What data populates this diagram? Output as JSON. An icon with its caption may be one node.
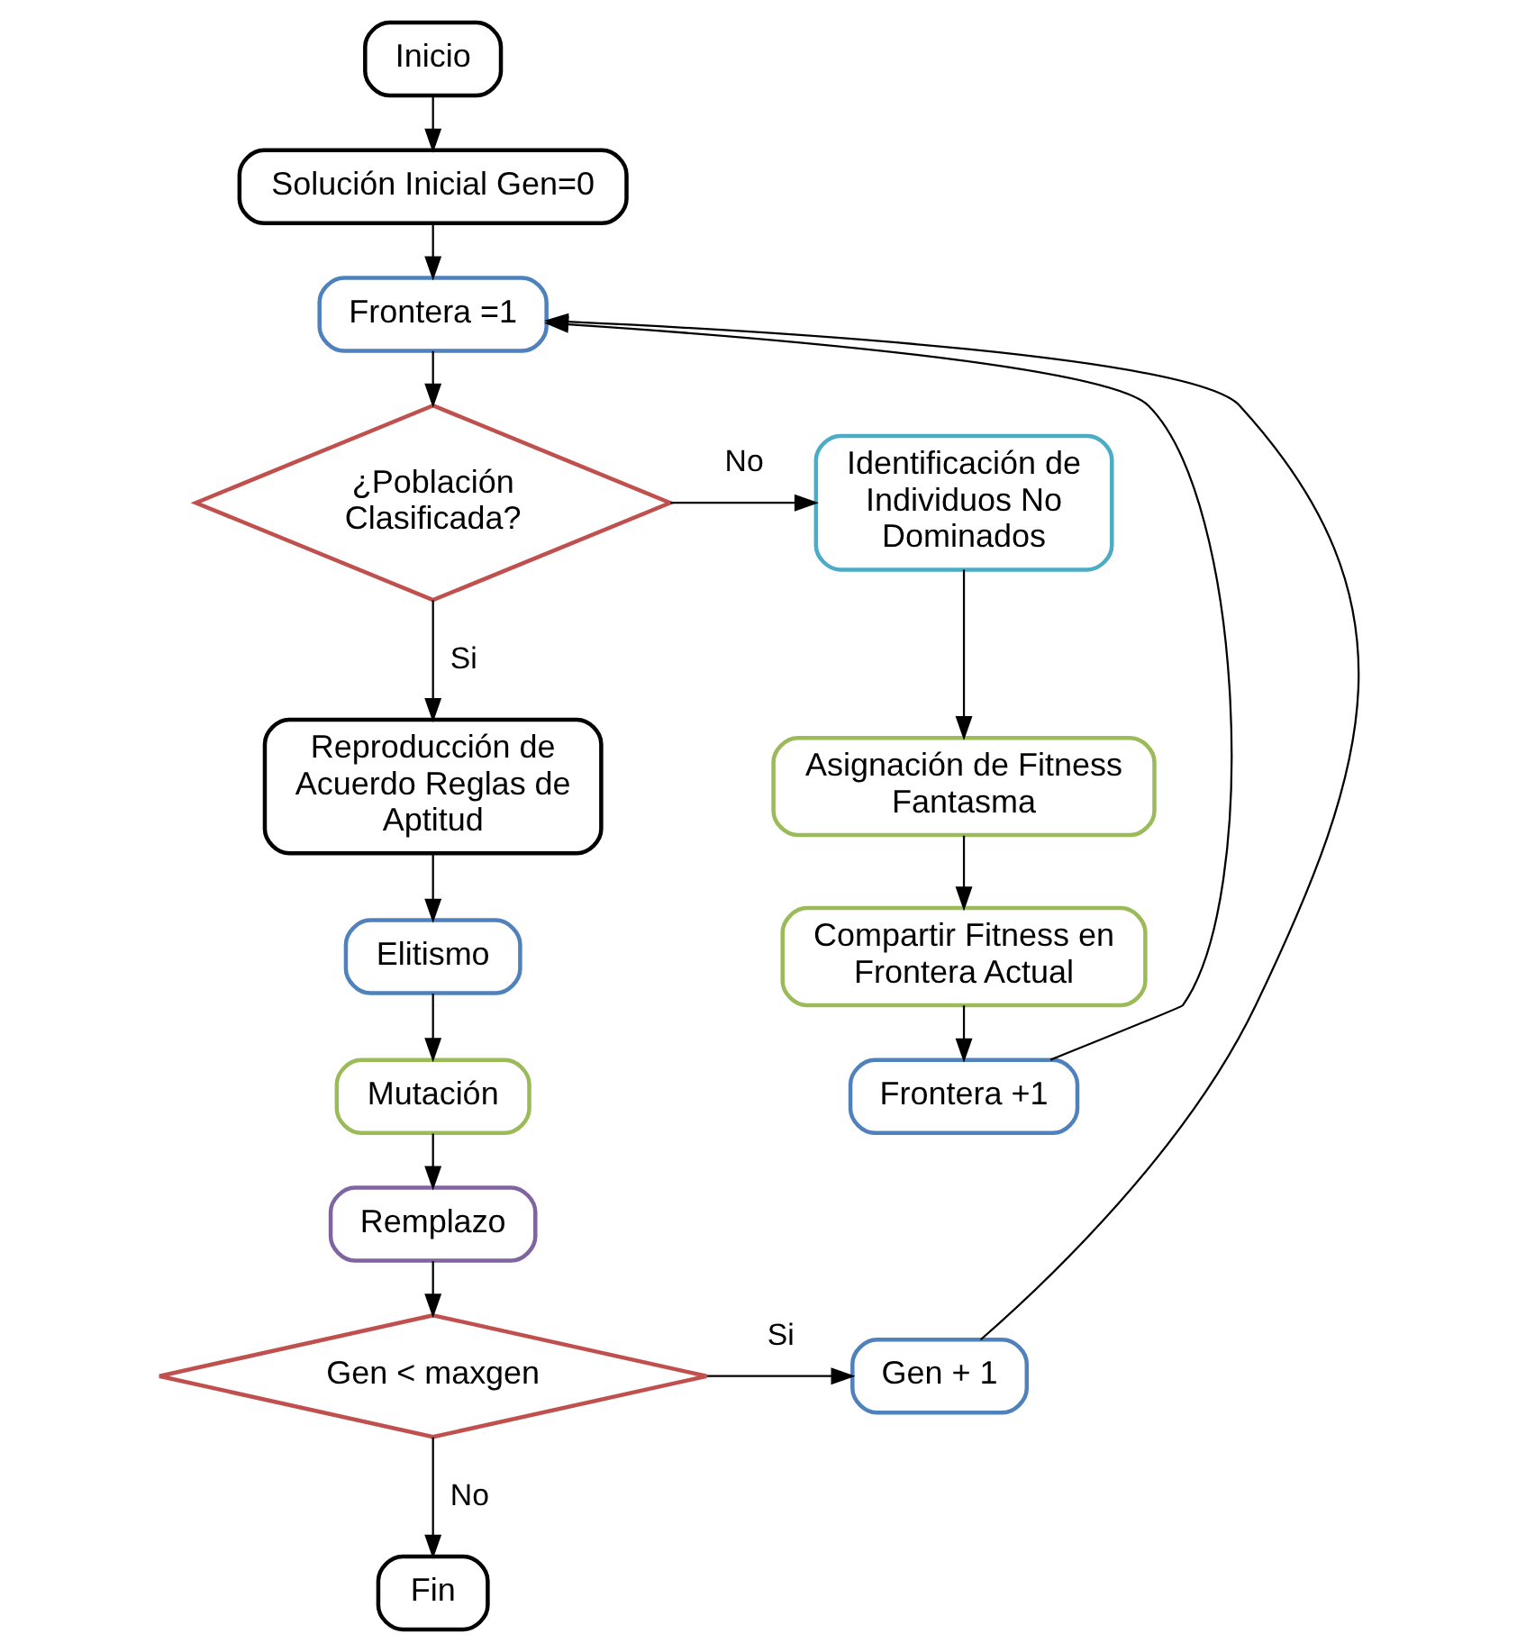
{
  "diagram": {
    "nodes": [
      {
        "text": [
          "Inicio"
        ]
      },
      {
        "text": [
          "Solución Inicial Gen=0"
        ]
      },
      {
        "text": [
          "Frontera =1"
        ]
      },
      {
        "text": [
          "¿Población Clasificada?"
        ]
      },
      {
        "text": [
          "Identificación de Individuos No Dominados"
        ]
      },
      {
        "text": [
          "Asignación de Fitness Fantasma"
        ]
      },
      {
        "text": [
          "Compartir Fitness en Frontera Actual"
        ]
      },
      {
        "text": [
          "Frontera +1"
        ]
      },
      {
        "text": [
          "Reproducción de Acuerdo Reglas de Aptitud"
        ]
      },
      {
        "text": [
          "Elitismo"
        ]
      },
      {
        "text": [
          "Mutación"
        ]
      },
      {
        "text": [
          "Remplazo"
        ]
      },
      {
        "text": [
          "Gen < maxgen"
        ]
      },
      {
        "text": [
          "Gen + 1"
        ]
      },
      {
        "text": [
          "Fin"
        ]
      }
    ],
    "edges": [
      {
        "from": 0,
        "to": 1,
        "arrow": "to"
      },
      {
        "from": 1,
        "to": 2,
        "arrow": "to"
      },
      {
        "from": 2,
        "to": 3,
        "arrow": "to"
      },
      {
        "from": 3,
        "to": 4,
        "arrow": "to",
        "label": "No"
      },
      {
        "from": 3,
        "to": 8,
        "arrow": "to",
        "label": "Si"
      },
      {
        "from": 4,
        "to": 5,
        "arrow": "to"
      },
      {
        "from": 5,
        "to": 6,
        "arrow": "to"
      },
      {
        "from": 6,
        "to": 7,
        "arrow": "to"
      },
      {
        "from": 7,
        "to": 2,
        "arrow": "to"
      },
      {
        "from": 8,
        "to": 9,
        "arrow": "to"
      },
      {
        "from": 9,
        "to": 10,
        "arrow": "to"
      },
      {
        "from": 10,
        "to": 11,
        "arrow": "to"
      },
      {
        "from": 11,
        "to": 12,
        "arrow": "to"
      },
      {
        "from": 12,
        "to": 13,
        "arrow": "to",
        "label": "Si"
      },
      {
        "from": 13,
        "to": 2,
        "arrow": "to"
      },
      {
        "from": 12,
        "to": 14,
        "arrow": "to",
        "label": "No"
      }
    ]
  }
}
